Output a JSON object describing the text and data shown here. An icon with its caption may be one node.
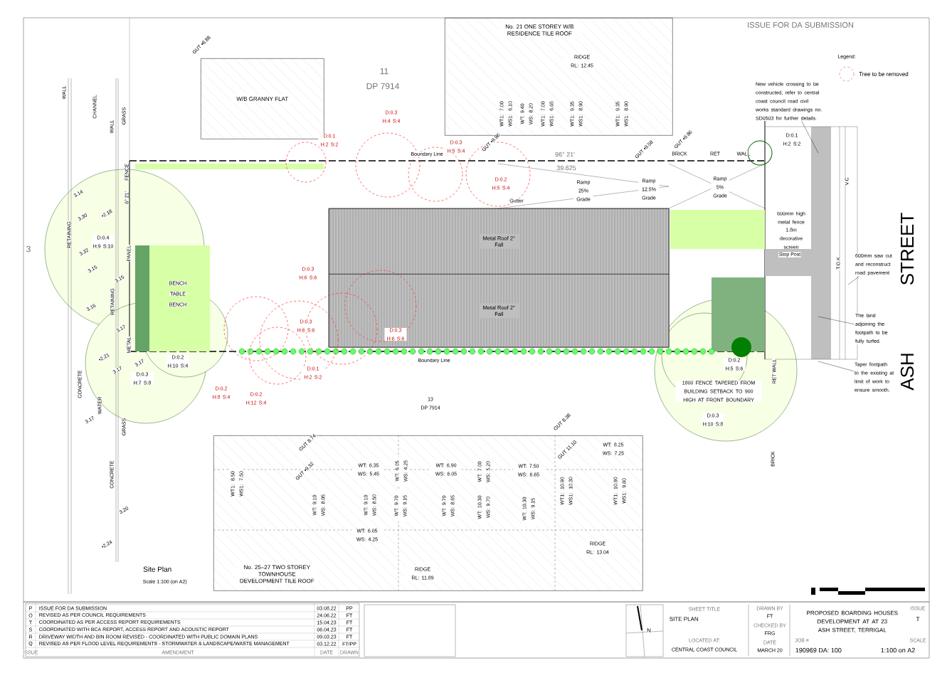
{
  "diagram": {
    "title": "Site Plan",
    "nodes": [
      {
        "text": [
          "W/B GRANNY FLAT"
        ]
      },
      {
        "text": [
          "No. 21 ONE STOREY W/B RESIDENCE TILE ROOF"
        ]
      },
      {
        "text": [
          "Metal Roof 2° Fall"
        ]
      },
      {
        "text": [
          "Metal Roof 2° Fall"
        ]
      },
      {
        "text": [
          "No. 25–27 TWO STOREY TOWNHOUSE DEVELOPMENT TILE ROOF"
        ]
      },
      {
        "text": [
          "New vehicle crossing to be constructed, refer to central coast council road civil works standard drawings no. SD0503 for further details."
        ]
      },
      {
        "text": [
          "600mm saw cut and reconstruct road pavement"
        ]
      },
      {
        "text": [
          "The land adjoining the footpath to be fully turfed."
        ]
      },
      {
        "text": [
          "Taper footpath to the existing at limit of work to ensure smooth."
        ]
      }
    ],
    "edges": [
      {
        "from": 5,
        "to": null,
        "arrow": "none"
      },
      {
        "from": 6,
        "to": null,
        "arrow": "none"
      },
      {
        "from": 7,
        "to": null,
        "arrow": "none"
      },
      {
        "from": 8,
        "to": null,
        "arrow": "none"
      }
    ],
    "labels": [
      "ISSUE FOR DA SUBMISSION",
      "Legend:",
      "GUT •6.88",
      "11",
      "DP 7914",
      "RIDGE RL: 12.45",
      "WALL",
      "CHANNEL",
      "WALL",
      "GRASS",
      "3",
      "RETAINING",
      "3.14",
      "3.30",
      "•2.18",
      "D:0.4 H:9 S:10",
      "3.32",
      "3.15",
      "FENCE",
      "6° 21'",
      "PANEL",
      "3.15",
      "RETAINING",
      "3.16",
      "BENCH",
      "TABLE",
      "BENCH",
      "3.17",
      "•2.21",
      "METAL",
      "3.17",
      "3.17",
      "D:0.2 H:10 S:4",
      "D:0.3 H:7 S:8",
      "CONCRETE",
      "WATER",
      "3.17",
      "GRASS",
      "CONCRETE",
      "3.20",
      "•2.24",
      "D:0.1 H:2 S:2",
      "D:0.3 H:4 S:4",
      "D:0.3 H:5 S:4",
      "D:0.2 H:5 S:4",
      "D:0.3 H:6 S:6",
      "D:0.3 H:6 S:6",
      "D:0.3 H:6 S:6",
      "D:0.1 H:2 S:2",
      "D:0.2 H:8 S:4",
      "D:0.2 H:12 S:4",
      "Boundary Line",
      "96° 21'",
      "39.625",
      "GUT •9.96",
      "GUT •9.58",
      "BRICK",
      "RET",
      "WALL",
      "Ramp 25% Grade",
      "Ramp 12.5% Grade",
      "Ramp 5% Grade",
      "Gutter",
      "WT1: 7.00 WS1: 6.10",
      "WT: 9.40 WS: 8.20",
      "WT1: 7.00 WS1: 6.65",
      "WT1: 9.35 WS1: 8.90",
      "WT1: 9.35 WS1: 8.90",
      "GUT •9.96",
      "D:0.1 H:2 S:2",
      "V.C",
      "T.O.K",
      "STREET",
      "ASH",
      "D:0.2 H:5 S:6",
      "1800 FENCE TAPERED FROM BUILDING SETBACK TO 900 HIGH AT FRONT BOUNDARY",
      "D:0.3 H:10 S:8",
      "RET WALL",
      "BRICK",
      "600mm high metal fence",
      "1.8m decorative screen",
      "Stop Post",
      "13",
      "DP 7914",
      "Boundary Line",
      "GUT 8.74",
      "GUT •9.32",
      "GUT 8.36",
      "GUT 11.10",
      "WT1: 8.50 WS1: 7.50",
      "WT: 6.35 WS: 5.45",
      "WT: 6.05 WS: 4.25",
      "WT: 6.90 WS: 6.05",
      "WT: 7.00 WS: 5.20",
      "WT: 7.50 WS: 6.65",
      "WT: 8.25 WS: 7.25",
      "WT: 9.10 WS: 8.05",
      "WT: 9.10 WS: 8.50",
      "WT: 9.70 WS: 9.15",
      "WT: 9.70 WS: 8.65",
      "WT: 10.30 WS: 9.70",
      "WT: 10.30 WS: 9.15",
      "WT1: 10.90 WS1: 10.30",
      "WT1: 10.90 WS1: 9.80",
      "WT: 6.05 WS: 4.25",
      "RIDGE RL: 11.89",
      "RIDGE RL: 13.04",
      "Scale 1:100 (on A2)",
      "P",
      "ISSUE FOR DA SUBMISSION",
      "03.08.22",
      "PP",
      "O",
      "REVISED AS PER COUNCIL REQUIREMENTS",
      "24.06.22",
      "FT",
      "T",
      "COORDINATED AS PER ACCESS REPORT REQUIREMENTS",
      "15.04.23",
      "FT",
      "S",
      "COORDINATED WITH BCA REPORT, ACCESS REPORT AND ACOUSTIC REPORT",
      "06.04.23",
      "FT",
      "R",
      "DRIVEWAY WIDTH AND BIN ROOM REVISED - COORDINATED WITH PUBLIC DOMAIN PLANS",
      "09.03.23",
      "FT",
      "Q",
      "REVISED AS PER FLOOD LEVEL REQUIREMENTS - STORMWATER & LANDSCAPE/WASTE MANAGEMENT",
      "03.12.22",
      "FT/PP",
      "ISSUE",
      "AMENDMENT",
      "DATE",
      "DRAWN",
      "SHEET TITLE",
      "SITE PLAN",
      "LOCATED AT:",
      "CENTRAL COAST COUNCIL",
      "DRAWN BY",
      "FT",
      "CHECKED BY",
      "FRG",
      "DATE",
      "MARCH 20",
      "PROPOSED BOARDING HOUSES DEVELOPMENT AT AT 23 ASH STREET, TERRIGAL",
      "ISSUE",
      "T",
      "JOB #",
      "190969 DA: 100",
      "SCALE",
      "1:100 on A2",
      "N"
    ],
    "legend": [
      {
        "text": "Tree to be removed"
      }
    ]
  }
}
